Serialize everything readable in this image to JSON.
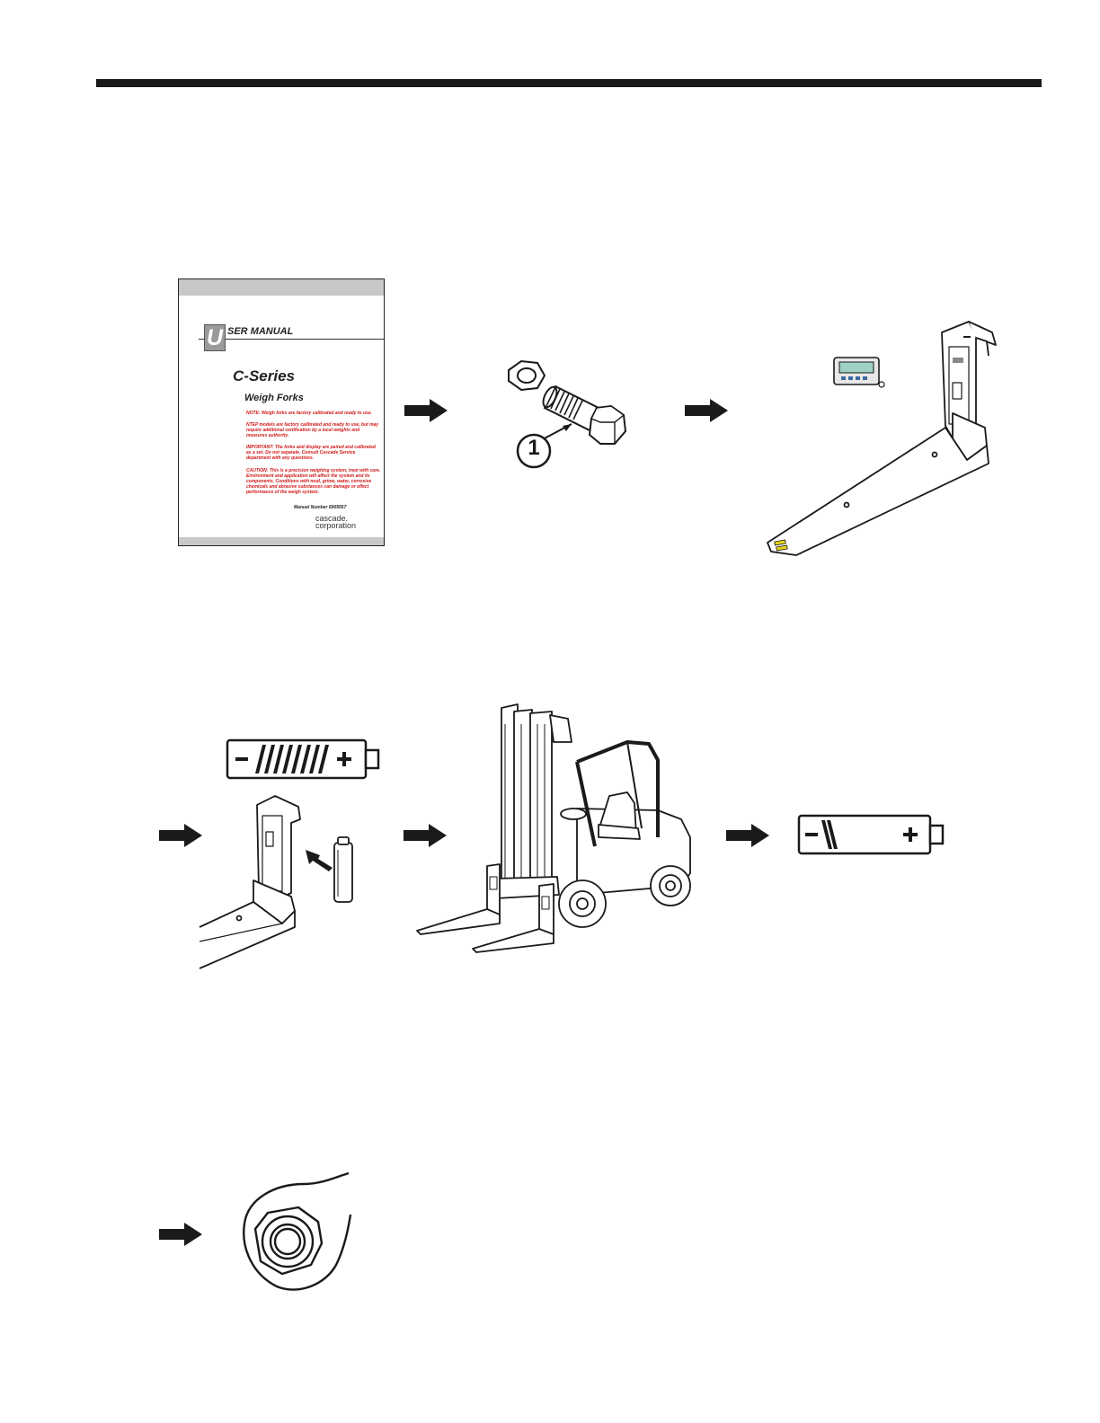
{
  "manual": {
    "initial": "U",
    "title_rest": "SER MANUAL",
    "series": "C-Series",
    "subtitle": "Weigh Forks",
    "notes": [
      "NOTE: Weigh forks are factory calibrated and ready to use.",
      "NTEP models are factory calibrated and ready to use, but may require additional certification by a local weights and measures authority.",
      "IMPORTANT: The forks and display are paired and calibrated as a set. Do not separate. Consult Cascade Service department with any questions.",
      "CAUTION: This is a precision weighing system, treat with care. Environment and application will affect the system and its components. Conditions with mud, grime, water, corrosive chemicals and abrasive substances can damage or effect performance of the weigh system."
    ],
    "manual_number": "Manual Number 6905557",
    "logo_line1": "cascade.",
    "logo_line2": "corporation"
  },
  "callout": {
    "number": "1"
  },
  "colors": {
    "ink": "#1a1a1a",
    "manual_red": "#d01818",
    "manual_gray": "#c8c8c8",
    "fork_tip_yellow": "#e8d21a",
    "display_screen": "#9fd0c4"
  }
}
